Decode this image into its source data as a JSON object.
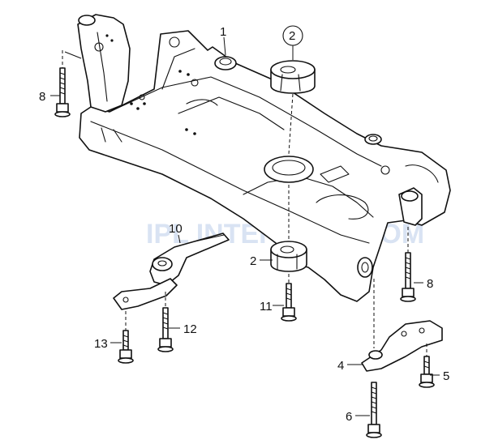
{
  "callouts": {
    "c1": "1",
    "c2_top": "2",
    "c2_mid": "2",
    "c4": "4",
    "c5": "5",
    "c6": "6",
    "c8_left": "8",
    "c8_right": "8",
    "c10": "10",
    "c11": "11",
    "c12": "12",
    "c13": "13"
  },
  "watermark": "IPL INTERFACE.COM",
  "colors": {
    "ink": "#111111",
    "watermark": "#c9d8ee",
    "paper": "#ffffff"
  }
}
